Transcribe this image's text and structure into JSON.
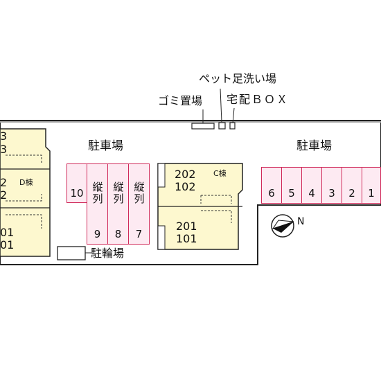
{
  "labels": {
    "pet_wash": "ペット足洗い場",
    "garbage": "ゴミ置場",
    "delivery_box": "宅配ＢＯＸ",
    "parking_left": "駐車場",
    "parking_right": "駐車場",
    "bicycle": "駐輪場",
    "building_c": "C棟",
    "building_d": "D棟"
  },
  "vertical_label": "縦列",
  "left_stalls": [
    {
      "top": "10",
      "bottom": ""
    },
    {
      "top": "",
      "bottom": "9"
    },
    {
      "top": "",
      "bottom": "8"
    },
    {
      "top": "",
      "bottom": "7"
    }
  ],
  "right_stalls": [
    "6",
    "5",
    "4",
    "3",
    "2",
    "1"
  ],
  "building_c_units": [
    "202",
    "102",
    "201",
    "101"
  ],
  "building_d_partial": [
    "3",
    "3",
    "2",
    "2",
    "01",
    "01"
  ],
  "compass": {
    "label": "N"
  },
  "colors": {
    "stall_border": "#d02a5a",
    "stall_fill": "#fdeaf2",
    "building_fill": "#fdf8cf",
    "outline": "#222222"
  }
}
